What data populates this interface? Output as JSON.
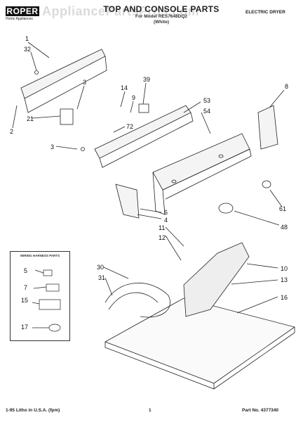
{
  "header": {
    "brand": "ROPER",
    "brand_sub": "Home Appliances",
    "title": "TOP AND CONSOLE PARTS",
    "subtitle": "For Model RES7648DQ2",
    "variant": "(White)",
    "product": "ELECTRIC DRYER",
    "watermark": "AppliancePartsPros.com"
  },
  "inset": {
    "title": "WIRING HARNESS PARTS"
  },
  "callouts": [
    "1",
    "32",
    "3",
    "14",
    "9",
    "39",
    "53",
    "54",
    "8",
    "2",
    "21",
    "72",
    "3",
    "61",
    "6",
    "4",
    "48",
    "11",
    "12",
    "10",
    "13",
    "30",
    "31",
    "16",
    "5",
    "7",
    "15",
    "17"
  ],
  "footer": {
    "left": "1-95 Litho in U.S.A. (fpm)",
    "page": "1",
    "part_no": "Part No. 4377340"
  }
}
